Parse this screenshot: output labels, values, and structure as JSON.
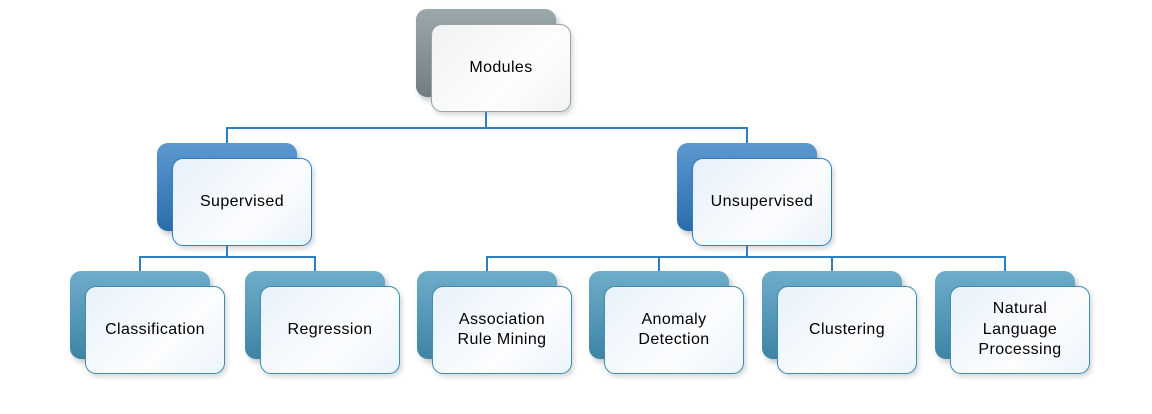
{
  "diagram": {
    "type": "hierarchy",
    "root": {
      "label": "Modules",
      "children": [
        {
          "label": "Supervised",
          "children": [
            {
              "label": "Classification"
            },
            {
              "label": "Regression"
            }
          ]
        },
        {
          "label": "Unsupervised",
          "children": [
            {
              "label": "Association Rule Mining"
            },
            {
              "label": "Anomaly Detection"
            },
            {
              "label": "Clustering"
            },
            {
              "label": "Natural Language Processing"
            }
          ]
        }
      ]
    }
  },
  "colors": {
    "connector": "#2E7FBF",
    "root_back": "#7F9094",
    "root_front": "#F1F2F2",
    "root_border": "#9BA3A7",
    "branch_back": "#2F7CC3",
    "branch_front": "#E7F0FA",
    "branch_border": "#2E7FBF",
    "leaf_back": "#4696BB",
    "leaf_front": "#E8F2FA",
    "leaf_border": "#3E8CAF",
    "text": "#000000",
    "background": "#FFFFFF"
  }
}
